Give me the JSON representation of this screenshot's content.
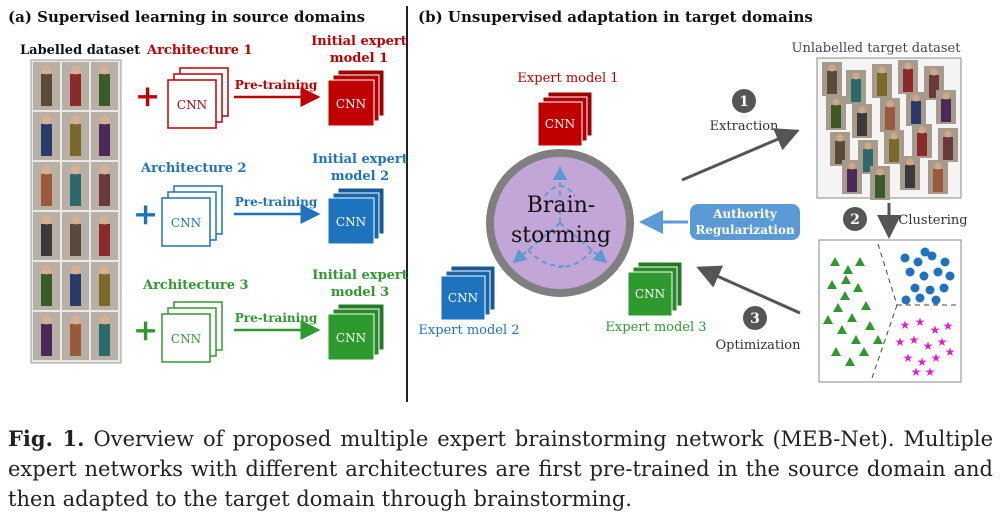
{
  "panel_a": {
    "title": "(a) Supervised learning in source domains",
    "dataset_label": "Labelled dataset",
    "architectures": [
      {
        "name": "Architecture 1",
        "expert_line1": "Initial expert",
        "expert_line2": "model 1",
        "color": "#c00000"
      },
      {
        "name": "Architecture 2",
        "expert_line1": "Initial expert",
        "expert_line2": "model 2",
        "color": "#1e73be"
      },
      {
        "name": "Architecture 3",
        "expert_line1": "Initial expert",
        "expert_line2": "model 3",
        "color": "#2e9a2e"
      }
    ],
    "cnn_label": "CNN",
    "pretraining_label": "Pre-training"
  },
  "panel_b": {
    "title": "(b) Unsupervised adaptation in target domains",
    "expert_1": "Expert model 1",
    "expert_2": "Expert model 2",
    "expert_3": "Expert model 3",
    "brainstorm_line1": "Brain-",
    "brainstorm_line2": "storming",
    "authority_line1": "Authority",
    "authority_line2": "Regularization",
    "unlabelled_label": "Unlabelled target dataset",
    "step_1": "1",
    "step_1_label": "Extraction",
    "step_2": "2",
    "step_2_label": "Clustering",
    "step_3": "3",
    "step_3_label": "Optimization",
    "cnn_label": "CNN"
  },
  "caption": {
    "fig_label": "Fig. 1.",
    "text": "Overview of proposed multiple expert brainstorming network (MEB-Net). Multiple expert networks with different architectures are first pre-trained in the source domain and then adapted to the target domain through brainstorming."
  },
  "colors": {
    "red": "#c00000",
    "blue": "#1e73be",
    "green": "#2e9a2e",
    "brainstorm_fill": "#c3a6d8",
    "brainstorm_ring": "#7f7f7f",
    "authority_fill": "#5b9bd5",
    "cluster_blue": "#1e73be",
    "cluster_green": "#2e9a2e",
    "cluster_magenta": "#e020c8"
  }
}
